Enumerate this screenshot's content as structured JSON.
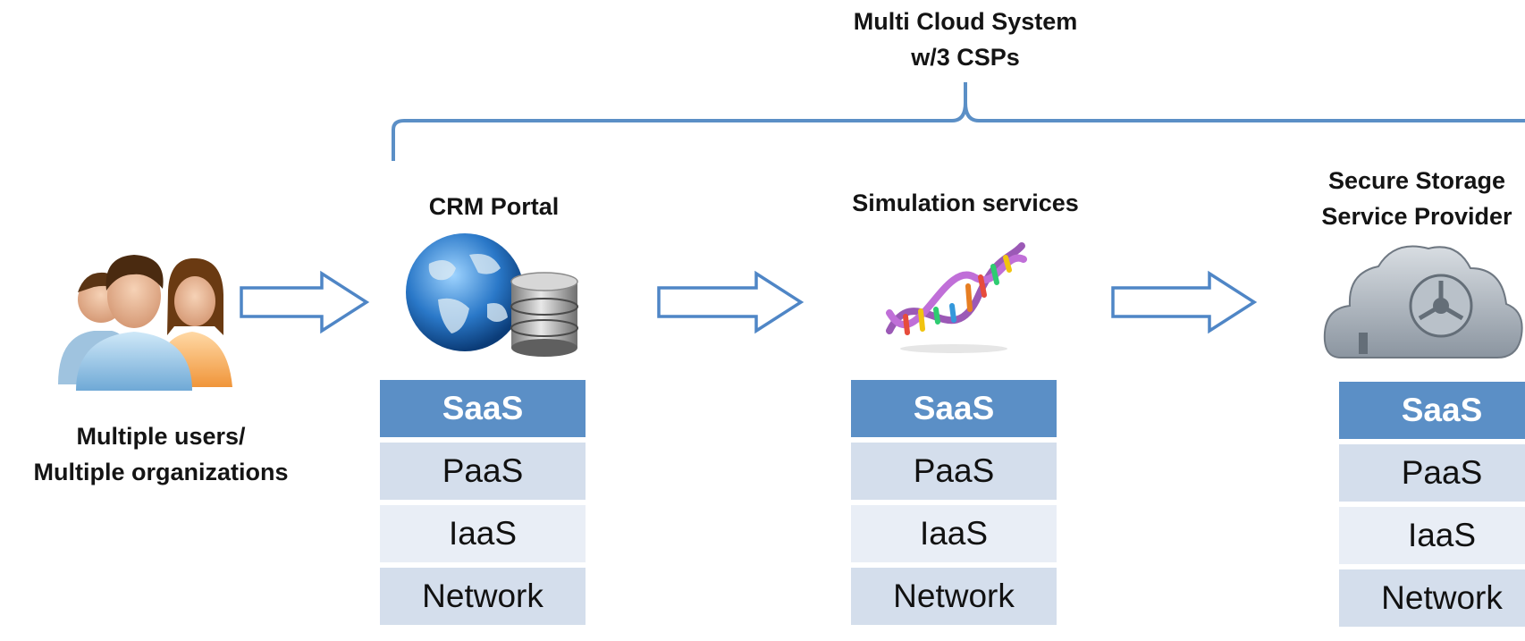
{
  "header": {
    "line1": "Multi Cloud System",
    "line2": "w/3 CSPs"
  },
  "users": {
    "line1": "Multiple users/",
    "line2": "Multiple organizations"
  },
  "providers": [
    {
      "title_lines": [
        "CRM Portal"
      ],
      "layers": [
        "SaaS",
        "PaaS",
        "IaaS",
        "Network"
      ]
    },
    {
      "title_lines": [
        "Simulation services"
      ],
      "layers": [
        "SaaS",
        "PaaS",
        "IaaS",
        "Network"
      ]
    },
    {
      "title_lines": [
        "Secure Storage",
        "Service Provider"
      ],
      "layers": [
        "SaaS",
        "PaaS",
        "IaaS",
        "Network"
      ]
    }
  ],
  "colors": {
    "bracket": "#5b8fc6",
    "saas": "#5b8fc6",
    "layer_dark": "#d4deec",
    "layer_light": "#e9eef6",
    "arrow": "#4f86c6"
  },
  "icons": {
    "users": "group-people-icon",
    "crm": "globe-database-icon",
    "simulation": "dna-helix-icon",
    "storage": "cloud-vault-icon"
  }
}
